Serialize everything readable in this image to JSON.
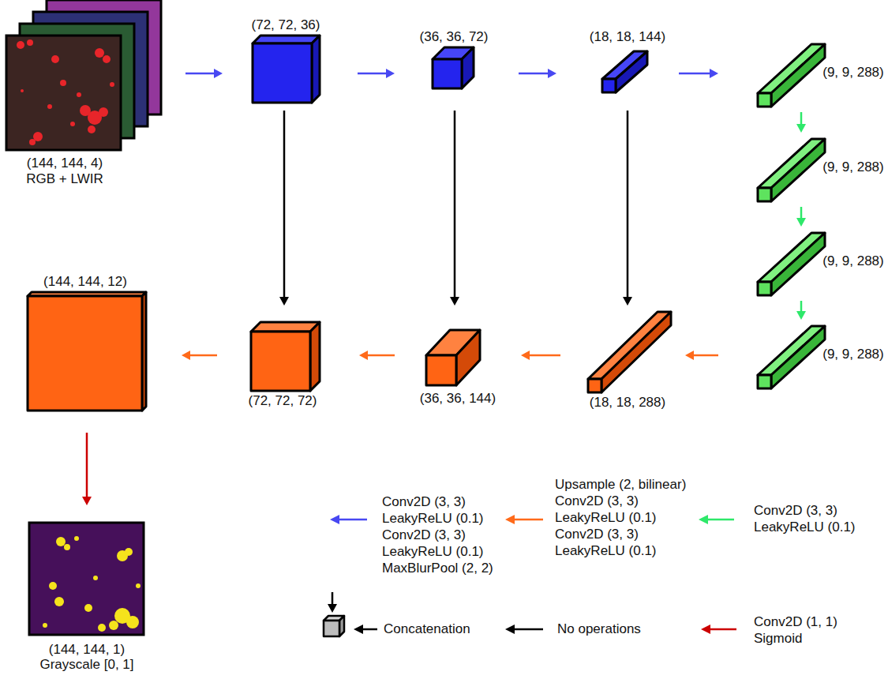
{
  "diagram": {
    "nodes": [
      {
        "text": [
          "(144, 144, 4)",
          "RGB + LWIR"
        ]
      },
      {
        "text": [
          "(72, 72, 36)"
        ]
      },
      {
        "text": [
          "(36, 36, 72)"
        ]
      },
      {
        "text": [
          "(18, 18, 144)"
        ]
      },
      {
        "text": [
          "(9, 9, 288)"
        ]
      },
      {
        "text": [
          "(9, 9, 288)"
        ]
      },
      {
        "text": [
          "(9, 9, 288)"
        ]
      },
      {
        "text": [
          "(9, 9, 288)"
        ]
      },
      {
        "text": [
          "(144, 144, 12)"
        ]
      },
      {
        "text": [
          "(72, 72, 72)"
        ]
      },
      {
        "text": [
          "(36, 36, 144)"
        ]
      },
      {
        "text": [
          "(18, 18, 288)"
        ]
      },
      {
        "text": [
          "(144, 144, 1)",
          "Grayscale [0, 1]"
        ]
      }
    ],
    "edges": [
      {
        "from": 0,
        "to": 1,
        "arrow": "to"
      },
      {
        "from": 1,
        "to": 2,
        "arrow": "to"
      },
      {
        "from": 2,
        "to": 3,
        "arrow": "to"
      },
      {
        "from": 3,
        "to": 4,
        "arrow": "to"
      },
      {
        "from": 4,
        "to": 5,
        "arrow": "to"
      },
      {
        "from": 5,
        "to": 6,
        "arrow": "to"
      },
      {
        "from": 6,
        "to": 7,
        "arrow": "to"
      },
      {
        "from": 7,
        "to": 11,
        "arrow": "to"
      },
      {
        "from": 11,
        "to": 10,
        "arrow": "to"
      },
      {
        "from": 10,
        "to": 9,
        "arrow": "to"
      },
      {
        "from": 9,
        "to": 8,
        "arrow": "to"
      },
      {
        "from": 8,
        "to": 12,
        "arrow": "to"
      },
      {
        "from": 1,
        "to": 9,
        "arrow": "to"
      },
      {
        "from": 2,
        "to": 10,
        "arrow": "to"
      },
      {
        "from": 3,
        "to": 11,
        "arrow": "to"
      }
    ],
    "legend": [
      {
        "text": "Conv2D (3, 3) LeakyReLU (0.1) Conv2D (3, 3) LeakyReLU (0.1) MaxBlurPool (2, 2)"
      },
      {
        "text": "Upsample (2, bilinear) Conv2D (3, 3) LeakyReLU (0.1) Conv2D (3, 3) LeakyReLU (0.1)"
      },
      {
        "text": "Conv2D (3, 3) LeakyReLU (0.1)"
      },
      {
        "text": "Concatenation"
      },
      {
        "text": "No operations"
      },
      {
        "text": "Conv2D (1, 1) Sigmoid"
      }
    ]
  }
}
